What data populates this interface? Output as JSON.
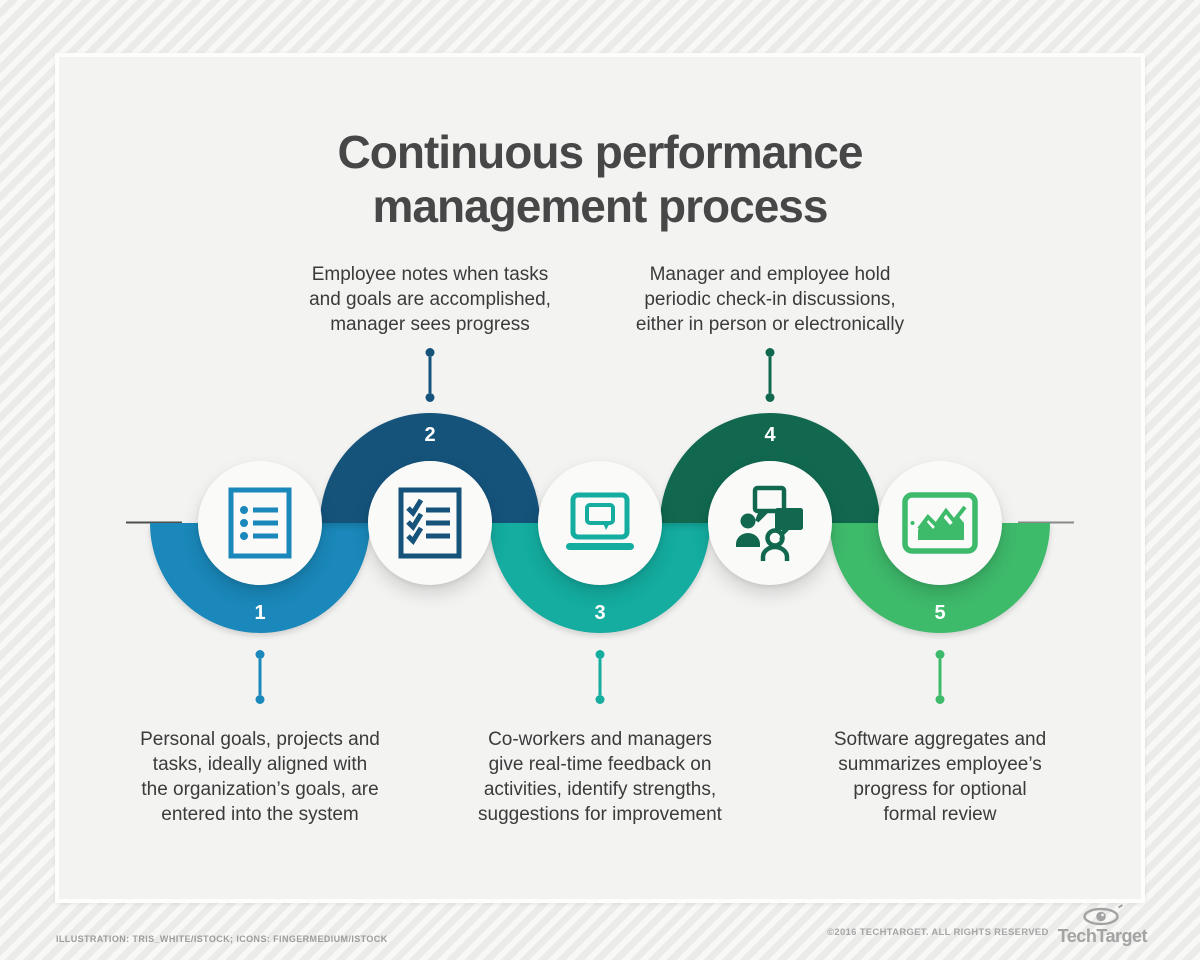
{
  "title": {
    "lines": [
      "Continuous performance",
      "management process"
    ]
  },
  "steps": [
    {
      "number": "1",
      "position": "bottom",
      "color": "#1a88ba",
      "icon": "bulleted-list-document-icon",
      "description": [
        "Personal goals, projects and",
        "tasks, ideally aligned with",
        "the organization’s goals, are",
        "entered into the system"
      ]
    },
    {
      "number": "2",
      "position": "top",
      "color": "#15537b",
      "icon": "checklist-document-icon",
      "description": [
        "Employee notes when tasks",
        "and goals are accomplished,",
        "manager sees progress"
      ]
    },
    {
      "number": "3",
      "position": "bottom",
      "color": "#14ada0",
      "icon": "laptop-chat-icon",
      "description": [
        "Co-workers and managers",
        "give real-time feedback on",
        "activities, identify strengths,",
        "suggestions for improvement"
      ]
    },
    {
      "number": "4",
      "position": "top",
      "color": "#11684f",
      "icon": "discussion-people-icon",
      "description": [
        "Manager and employee hold",
        "periodic check-in discussions,",
        "either in person or electronically"
      ]
    },
    {
      "number": "5",
      "position": "bottom",
      "color": "#3eba6b",
      "icon": "tablet-chart-icon",
      "description": [
        "Software aggregates and",
        "summarizes employee’s",
        "progress for optional",
        "formal review"
      ]
    }
  ],
  "footer": {
    "credits": "ILLUSTRATION: TRIS_WHITE/ISTOCK; ICONS: FINGERMEDIUM/ISTOCK",
    "copyright": "©2016 TECHTARGET. ALL RIGHTS RESERVED",
    "brand": "TechTarget"
  }
}
